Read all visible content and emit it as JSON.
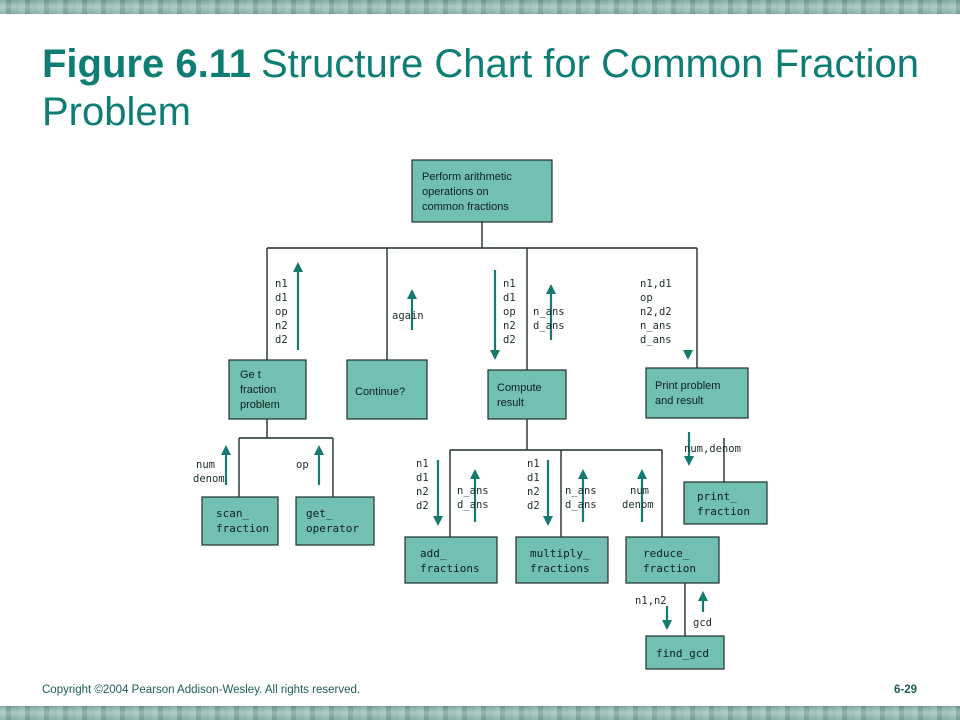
{
  "title": {
    "figure": "Figure 6.11",
    "text": "Structure Chart for Common Fraction Problem"
  },
  "nodes": {
    "perform": [
      "Perform arithmetic",
      "operations on",
      "common fractions"
    ],
    "get_fraction_problem": [
      "Ge t",
      "fraction",
      "problem"
    ],
    "continue": [
      "Continue?"
    ],
    "compute_result": [
      "Compute",
      "result"
    ],
    "print_problem": [
      "Print problem",
      "and result"
    ],
    "scan_fraction": [
      "scan_",
      "fraction"
    ],
    "get_operator": [
      "get_",
      "operator"
    ],
    "add_fractions": [
      "add_",
      "fractions"
    ],
    "multiply_fractions": [
      "multiply_",
      "fractions"
    ],
    "reduce_fraction": [
      "reduce_",
      "fraction"
    ],
    "print_fraction": [
      "print_",
      "fraction"
    ],
    "find_gcd": [
      "find_gcd"
    ]
  },
  "flows": {
    "get_out": [
      "n1",
      "d1",
      "op",
      "n2",
      "d2"
    ],
    "continue_out": [
      "again"
    ],
    "compute_in": [
      "n1",
      "d1",
      "op",
      "n2",
      "d2"
    ],
    "compute_out": [
      "n_ans",
      "d_ans"
    ],
    "print_in": [
      "n1,d1",
      "op",
      "n2,d2",
      "n_ans",
      "d_ans"
    ],
    "scan_out": [
      "num",
      "denom"
    ],
    "operator_out": [
      "op"
    ],
    "printfrac_in": [
      "num,denom"
    ],
    "add_in": [
      "n1",
      "d1",
      "n2",
      "d2"
    ],
    "add_out": [
      "n_ans",
      "d_ans"
    ],
    "mult_in": [
      "n1",
      "d1",
      "n2",
      "d2"
    ],
    "mult_out": [
      "n_ans",
      "d_ans"
    ],
    "reduce_out": [
      "num",
      "denom"
    ],
    "gcd_in": [
      "n1,n2"
    ],
    "gcd_out": [
      "gcd"
    ]
  },
  "footer": {
    "copyright": "Copyright ©2004 Pearson Addison-Wesley. All rights reserved.",
    "page": "6-29"
  }
}
